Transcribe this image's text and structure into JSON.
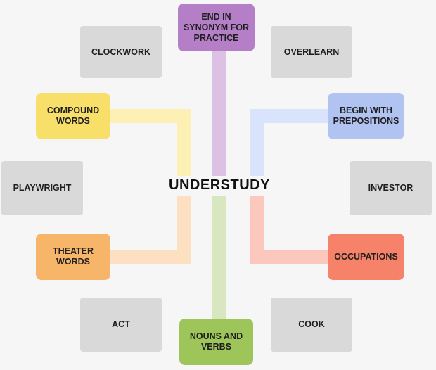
{
  "center": {
    "label": "UNDERSTUDY"
  },
  "categories": {
    "top": {
      "label": "END IN SYNONYM FOR PRACTICE",
      "color": "#b57fc8"
    },
    "upper_left": {
      "label": "COMPOUND WORDS",
      "color": "#f8df6a"
    },
    "upper_right": {
      "label": "BEGIN WITH PREPOSITIONS",
      "color": "#b0c3f1"
    },
    "lower_left": {
      "label": "THEATER WORDS",
      "color": "#f7b56a"
    },
    "lower_right": {
      "label": "OCCUPATIONS",
      "color": "#f6826a"
    },
    "bottom": {
      "label": "NOUNS AND VERBS",
      "color": "#9ec55a"
    }
  },
  "words": {
    "clockwork": "CLOCKWORK",
    "overlearn": "OVERLEARN",
    "playwright": "PLAYWRIGHT",
    "investor": "INVESTOR",
    "act": "ACT",
    "cook": "COOK"
  },
  "connector_colors": {
    "top": "#dcc1e4",
    "upper_left": "#fdf0b5",
    "upper_right": "#d9e3fb",
    "lower_left": "#fde0c2",
    "lower_right": "#fcc7bd",
    "bottom": "#d8e7c0"
  }
}
